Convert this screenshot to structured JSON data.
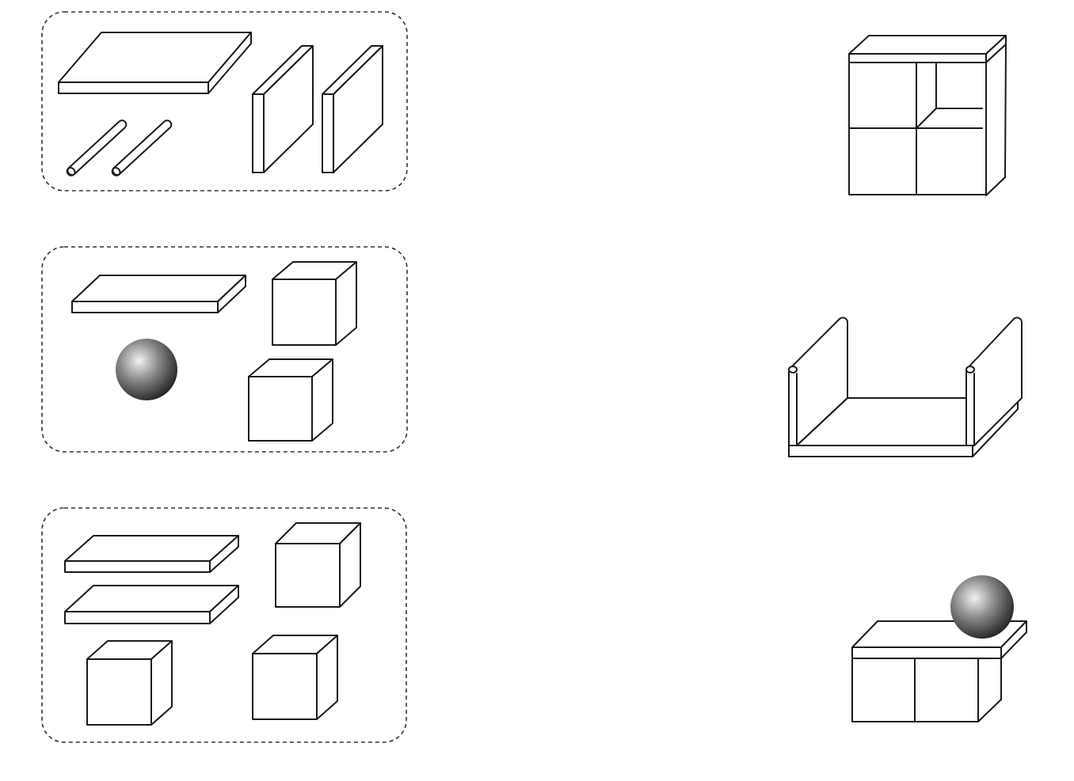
{
  "worksheet": {
    "task_type": "match-parts-to-assembled-object",
    "part_groups": [
      {
        "parts": [
          "wide-plank",
          "short-rod",
          "short-rod",
          "upright-panel",
          "upright-panel"
        ]
      },
      {
        "parts": [
          "plank",
          "cube",
          "ball",
          "cube"
        ]
      },
      {
        "parts": [
          "plank",
          "plank",
          "cube",
          "cube",
          "cube"
        ]
      }
    ],
    "assembled_objects": [
      {
        "description": "shelf-cabinet"
      },
      {
        "description": "u-frame-with-posts"
      },
      {
        "description": "table-with-ball"
      }
    ],
    "colors": {
      "line": "#1a1a1a",
      "dash": "#333333",
      "ball_dark": "#1e1e1e",
      "ball_light": "#f2f2f2"
    }
  }
}
